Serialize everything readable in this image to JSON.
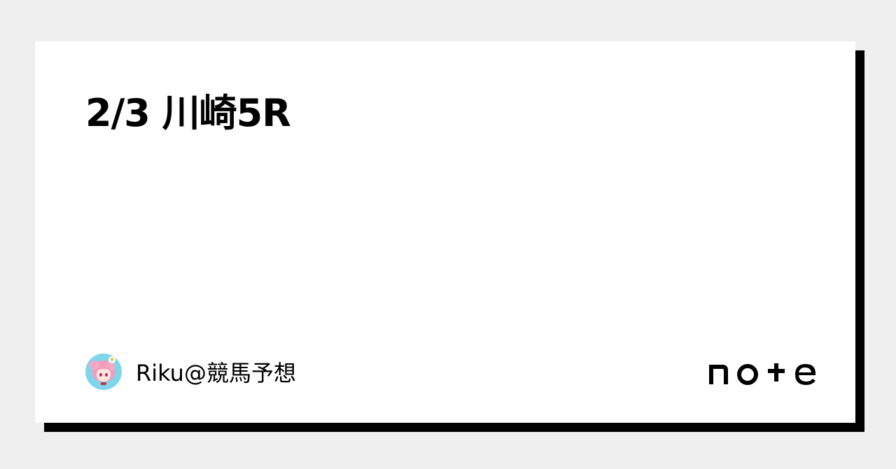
{
  "card": {
    "title": "2/3 川崎5R",
    "author": {
      "name": "Riku@競馬予想",
      "avatar": "anime-girl-avatar"
    },
    "brand": {
      "logo_text": "note"
    }
  },
  "colors": {
    "background": "#efefef",
    "card": "#ffffff",
    "shadow": "#000000",
    "text": "#000000",
    "avatar_bg": "#7fd6ea"
  }
}
